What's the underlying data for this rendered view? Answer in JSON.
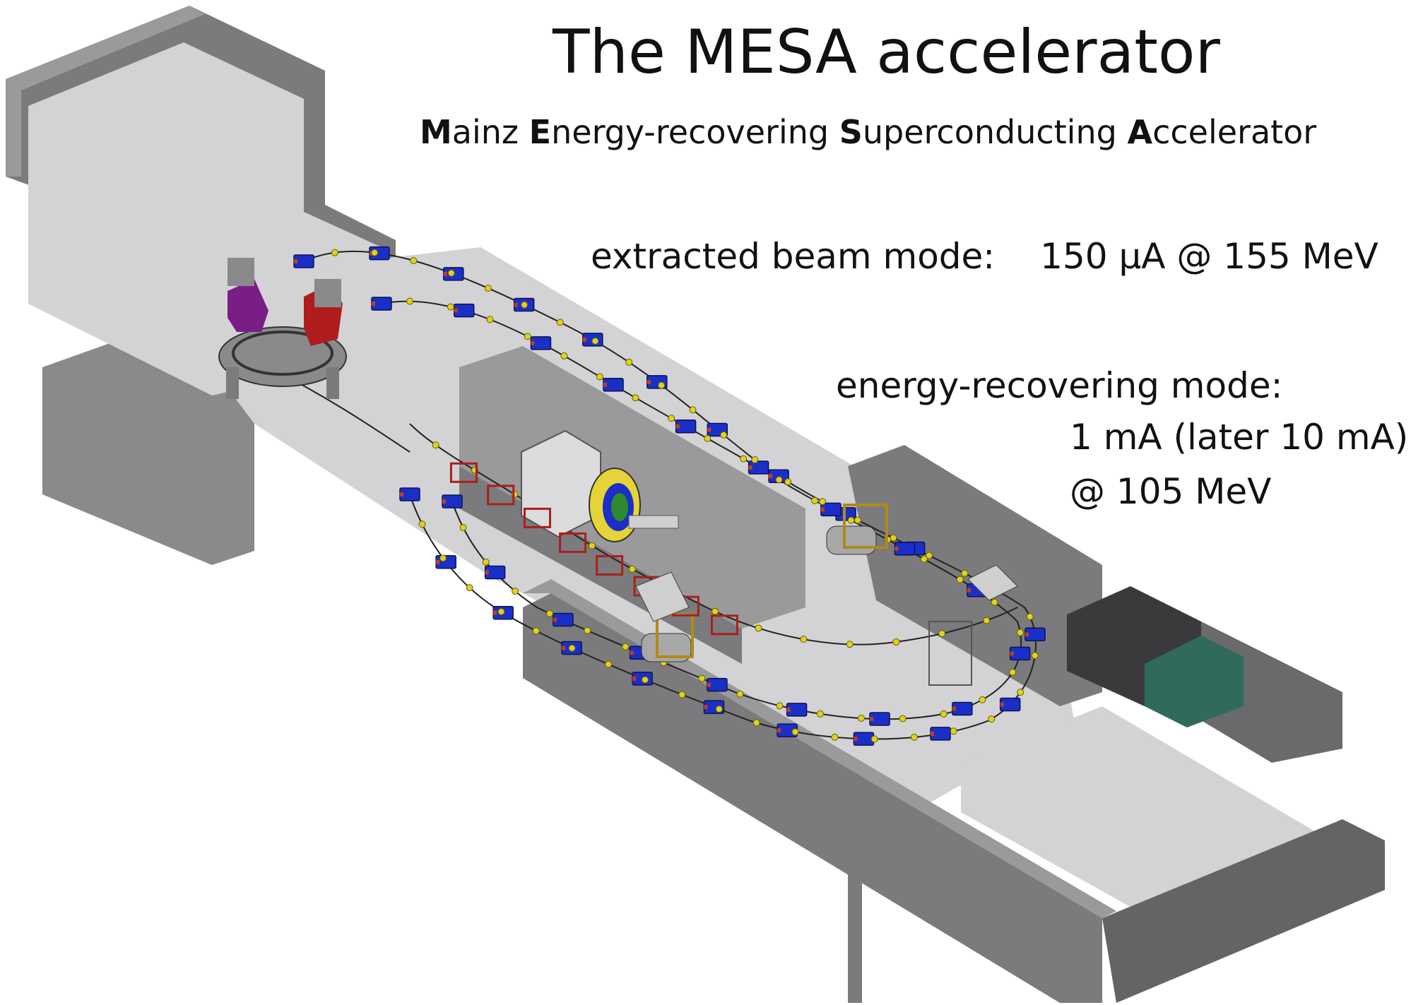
{
  "header": {
    "title": "The MESA accelerator",
    "subtitle_parts": [
      {
        "initial": "M",
        "rest": "ainz "
      },
      {
        "initial": "E",
        "rest": "nergy-recovering "
      },
      {
        "initial": "S",
        "rest": "uperconducting "
      },
      {
        "initial": "A",
        "rest": "ccelerator"
      }
    ]
  },
  "modes": {
    "extracted": {
      "label": "extracted beam mode:",
      "value": "150 μA @ 155 MeV"
    },
    "energy_recovering": {
      "label": "energy-recovering mode:",
      "current": "1 mA  (later 10 mA)",
      "energy": "@ 105 MeV"
    }
  },
  "colors": {
    "wall_top": "#9a9a9c",
    "wall_side": "#7b7b7d",
    "wall_dark": "#646466",
    "floor": "#d3d3d5",
    "magnet": "#1a2fc8",
    "beamline": "#222222",
    "quadrupole": "#e0d21a",
    "cryomodule": "#a8a8a8",
    "cryo_frame": "#b04a1a",
    "stand": "#a8201c",
    "detector_purple": "#7a1e86",
    "detector_red": "#b01c1c",
    "racks_dark": "#3a3a3c",
    "racks_green": "#2f6a5a"
  }
}
